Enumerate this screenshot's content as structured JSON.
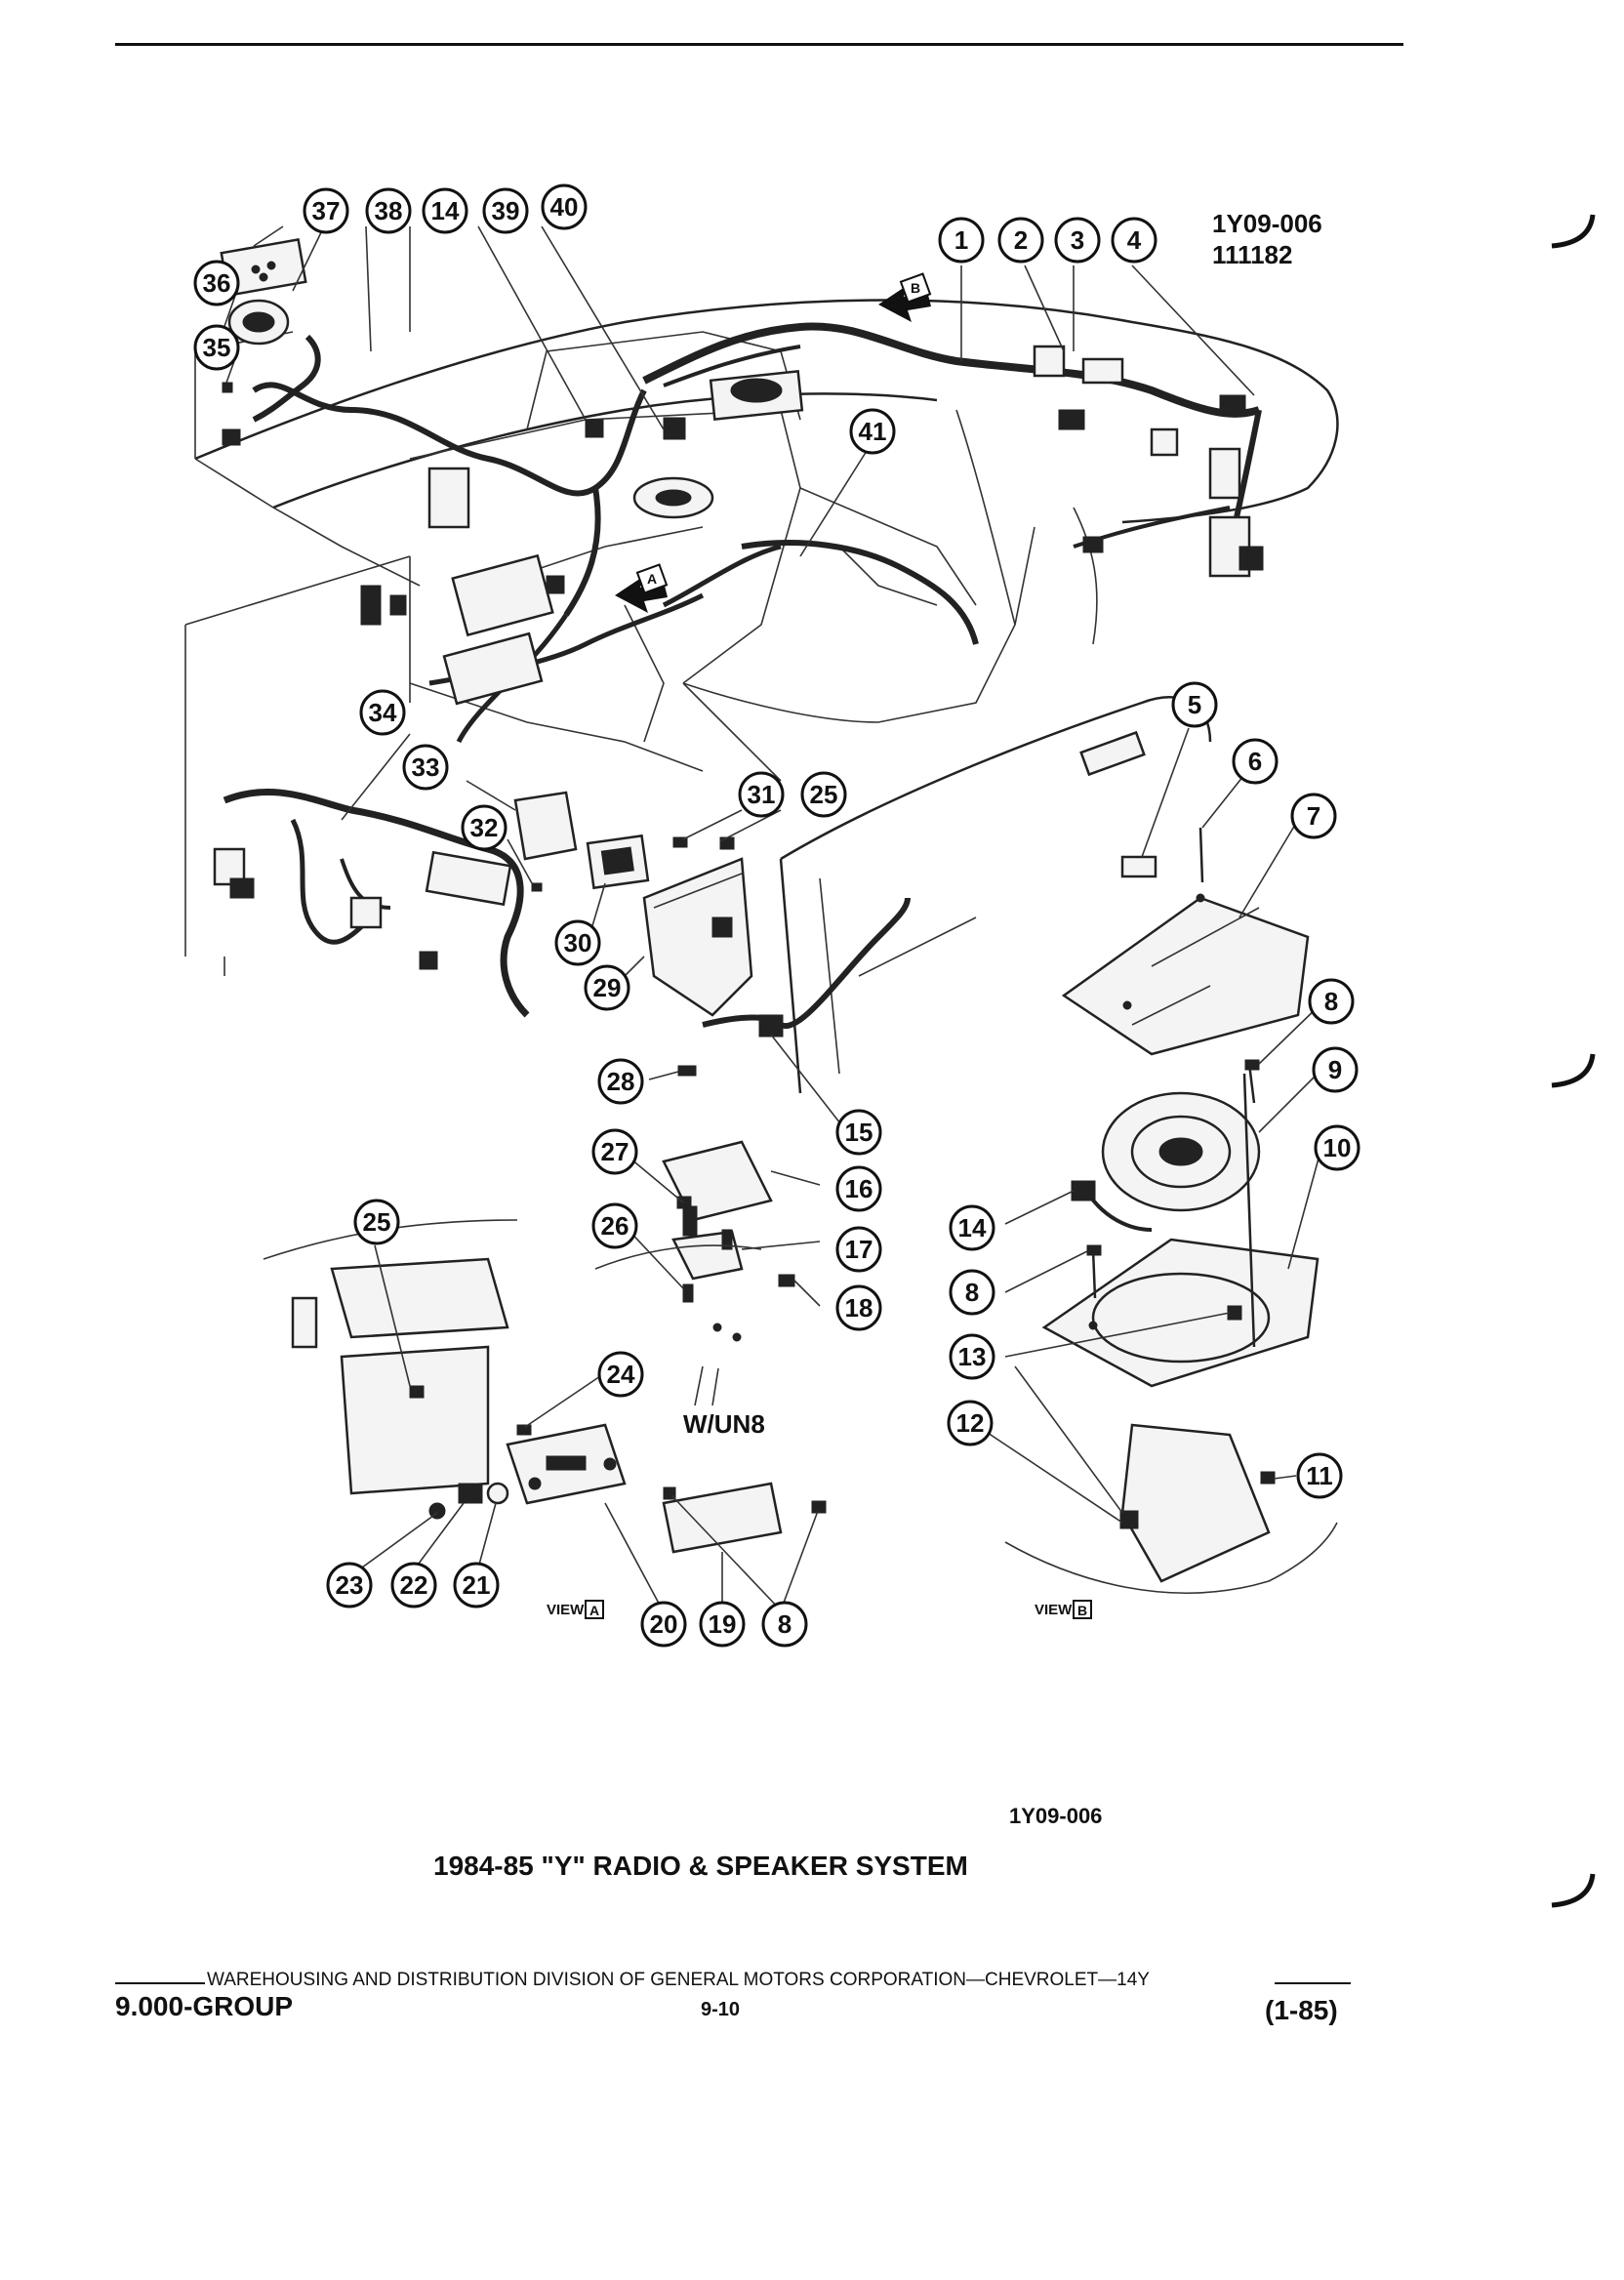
{
  "header": {
    "ref_code": "1Y09-006",
    "ref_number": "111182"
  },
  "diagram": {
    "callouts": [
      "1",
      "2",
      "3",
      "4",
      "5",
      "6",
      "7",
      "8",
      "9",
      "10",
      "11",
      "12",
      "13",
      "14",
      "15",
      "16",
      "17",
      "18",
      "19",
      "20",
      "21",
      "22",
      "23",
      "24",
      "25",
      "26",
      "27",
      "28",
      "29",
      "30",
      "31",
      "32",
      "33",
      "34",
      "35",
      "36",
      "37",
      "38",
      "39",
      "40",
      "41"
    ],
    "view_a_label": "VIEW",
    "view_a_letter": "A",
    "view_b_label": "VIEW",
    "view_b_letter": "B",
    "arrow_a_letter": "A",
    "arrow_b_letter": "B",
    "option_code": "W/UN8"
  },
  "caption": {
    "figure_code": "1Y09-006",
    "title": "1984-85 \"Y\" RADIO & SPEAKER SYSTEM"
  },
  "footer": {
    "division_line": "WAREHOUSING AND DISTRIBUTION  DIVISION OF GENERAL MOTORS CORPORATION—CHEVROLET—14Y",
    "group": "9.000-GROUP",
    "page": "9-10",
    "date": "(1-85)"
  }
}
